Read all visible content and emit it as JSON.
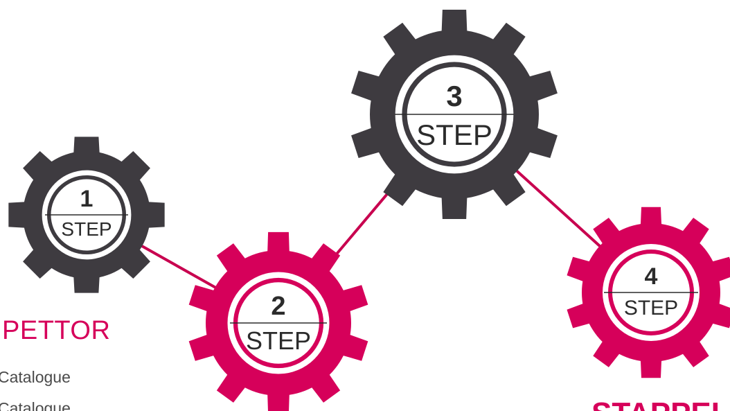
{
  "colors": {
    "dark": "#3e3b40",
    "accent": "#d6005a",
    "connector": "#c8004f",
    "ring_white": "#ffffff",
    "text": "#2b2b2b"
  },
  "steps": [
    {
      "number": "1",
      "label": "STEP",
      "color": "dark"
    },
    {
      "number": "2",
      "label": "STEP",
      "color": "accent"
    },
    {
      "number": "3",
      "label": "STEP",
      "color": "dark"
    },
    {
      "number": "4",
      "label": "STEP",
      "color": "accent"
    }
  ],
  "side_panel": {
    "title": "PETTOR",
    "items": [
      "Catalogue",
      "Catalogue"
    ]
  },
  "corner_text": "STAPPEL"
}
